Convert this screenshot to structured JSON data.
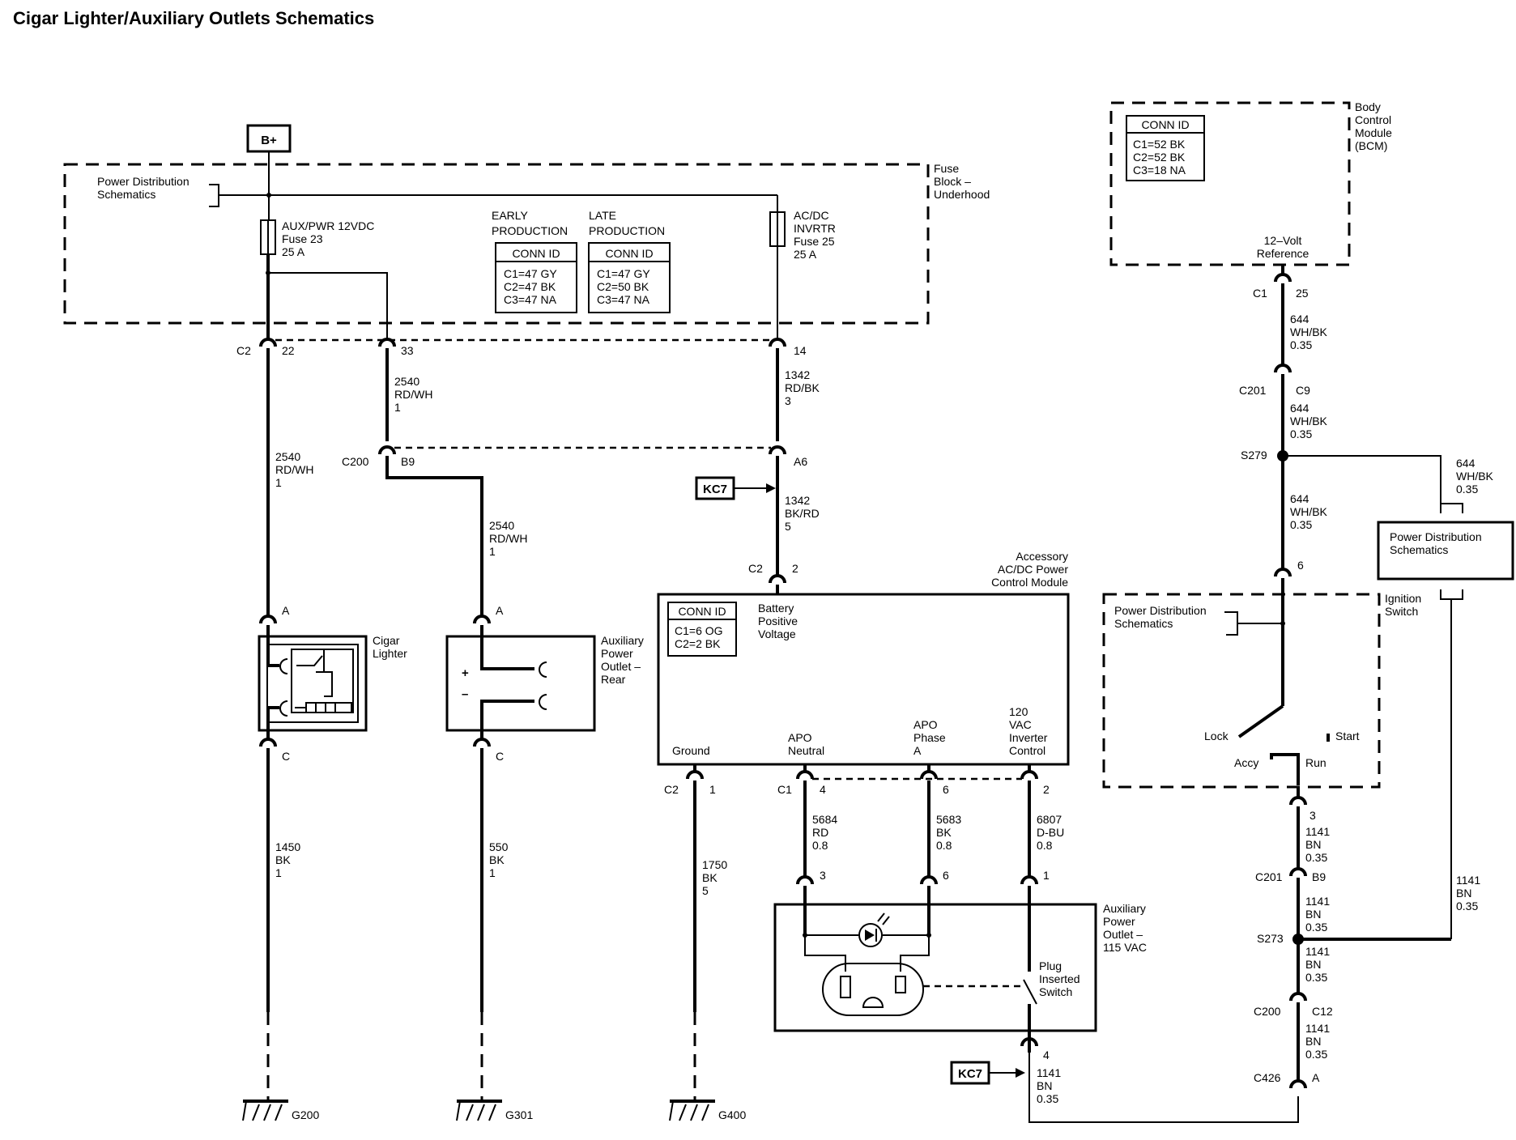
{
  "title": "Cigar Lighter/Auxiliary Outlets Schematics",
  "power": {
    "b_plus": "B+",
    "pds_top": [
      "Power Distribution",
      "Schematics"
    ],
    "fuse_block": [
      "Fuse",
      "Block –",
      "Underhood"
    ],
    "fuse23": [
      "AUX/PWR 12VDC",
      "Fuse 23",
      "25 A"
    ],
    "fuse25": [
      "AC/DC",
      "INVRTR",
      "Fuse 25",
      "25 A"
    ],
    "early_production": [
      "EARLY",
      "PRODUCTION"
    ],
    "late_production": [
      "LATE",
      "PRODUCTION"
    ],
    "conn_early": {
      "header": "CONN ID",
      "rows": [
        "C1=47 GY",
        "C2=47 BK",
        "C3=47 NA"
      ]
    },
    "conn_late": {
      "header": "CONN ID",
      "rows": [
        "C1=47 GY",
        "C2=50 BK",
        "C3=47 NA"
      ]
    }
  },
  "connectors": {
    "c2": "C2",
    "c2_22": "22",
    "c2_33": "33",
    "c2_14": "14",
    "c200": "C200",
    "b9": "B9",
    "a6": "A6",
    "kc7": "KC7",
    "cigar_a": "A",
    "cigar_c": "C",
    "aux_a": "A",
    "aux_c": "C",
    "acdc_c2": "C2",
    "acdc_c2_pin": "2",
    "gnd_c2": "C2",
    "gnd_pin": "1",
    "c1": "C1",
    "c1_pin4": "4",
    "c1_pin6": "6",
    "c1_pin2": "2",
    "out_pin3": "3",
    "out_pin6": "6",
    "out_pin1": "1",
    "kc7_pin4": "4"
  },
  "wires": {
    "w2540_mid": [
      "2540",
      "RD/WH",
      "1"
    ],
    "w1342_top": [
      "1342",
      "RD/BK",
      "3"
    ],
    "w2540_left": [
      "2540",
      "RD/WH",
      "1"
    ],
    "w2540_right": [
      "2540",
      "RD/WH",
      "1"
    ],
    "w1342_bot": [
      "1342",
      "BK/RD",
      "5"
    ],
    "w1450": [
      "1450",
      "BK",
      "1"
    ],
    "w550": [
      "550",
      "BK",
      "1"
    ],
    "w1750": [
      "1750",
      "BK",
      "5"
    ],
    "w5684": [
      "5684",
      "RD",
      "0.8"
    ],
    "w5683": [
      "5683",
      "BK",
      "0.8"
    ],
    "w6807": [
      "6807",
      "D-BU",
      "0.8"
    ],
    "w1141_kc7": [
      "1141",
      "BN",
      "0.35"
    ]
  },
  "components": {
    "cigar_lighter": [
      "Cigar",
      "Lighter"
    ],
    "aux_rear": [
      "Auxiliary",
      "Power",
      "Outlet –",
      "Rear"
    ],
    "aux_plus": "+",
    "aux_minus": "–",
    "acdc_module": [
      "Accessory",
      "AC/DC Power",
      "Control Module"
    ],
    "acdc_conn": {
      "header": "CONN ID",
      "rows": [
        "C1=6 OG",
        "C2=2 BK"
      ]
    },
    "battery_positive": [
      "Battery",
      "Positive",
      "Voltage"
    ],
    "ground": "Ground",
    "apo_neutral": [
      "APO",
      "Neutral"
    ],
    "apo_phase": [
      "APO",
      "Phase",
      "A"
    ],
    "inverter_control": [
      "120",
      "VAC",
      "Inverter",
      "Control"
    ],
    "aux_115": [
      "Auxiliary",
      "Power",
      "Outlet –",
      "115 VAC"
    ],
    "plug_switch": [
      "Plug",
      "Inserted",
      "Switch"
    ]
  },
  "grounds": [
    "G200",
    "G301",
    "G400"
  ],
  "bcm": {
    "label": [
      "Body",
      "Control",
      "Module",
      "(BCM)"
    ],
    "conn": {
      "header": "CONN ID",
      "rows": [
        "C1=52 BK",
        "C2=52 BK",
        "C3=18 NA"
      ]
    },
    "ref": [
      "12–Volt",
      "Reference"
    ],
    "c1": "C1",
    "c1_pin": "25",
    "w644_a": [
      "644",
      "WH/BK",
      "0.35"
    ],
    "c201": "C201",
    "c9": "C9",
    "w644_b": [
      "644",
      "WH/BK",
      "0.35"
    ],
    "s279": "S279",
    "w644_c": [
      "644",
      "WH/BK",
      "0.35"
    ],
    "w644_d": [
      "644",
      "WH/BK",
      "0.35"
    ],
    "pds_box": [
      "Power Distribution",
      "Schematics"
    ],
    "ign_pin6": "6"
  },
  "ignition": {
    "label": [
      "Ignition",
      "Switch"
    ],
    "pds": [
      "Power Distribution",
      "Schematics"
    ],
    "lock": "Lock",
    "start": "Start",
    "accy": "Accy",
    "run": "Run",
    "pin3": "3",
    "w1141_a": [
      "1141",
      "BN",
      "0.35"
    ],
    "c201": "C201",
    "b9": "B9",
    "w1141_b": [
      "1141",
      "BN",
      "0.35"
    ],
    "s273": "S273",
    "w1141_c": [
      "1141",
      "BN",
      "0.35"
    ],
    "c200": "C200",
    "c12": "C12",
    "w1141_d": [
      "1141",
      "BN",
      "0.35"
    ],
    "c426": "C426",
    "a": "A",
    "w1141_e": [
      "1141",
      "BN",
      "0.35"
    ]
  }
}
